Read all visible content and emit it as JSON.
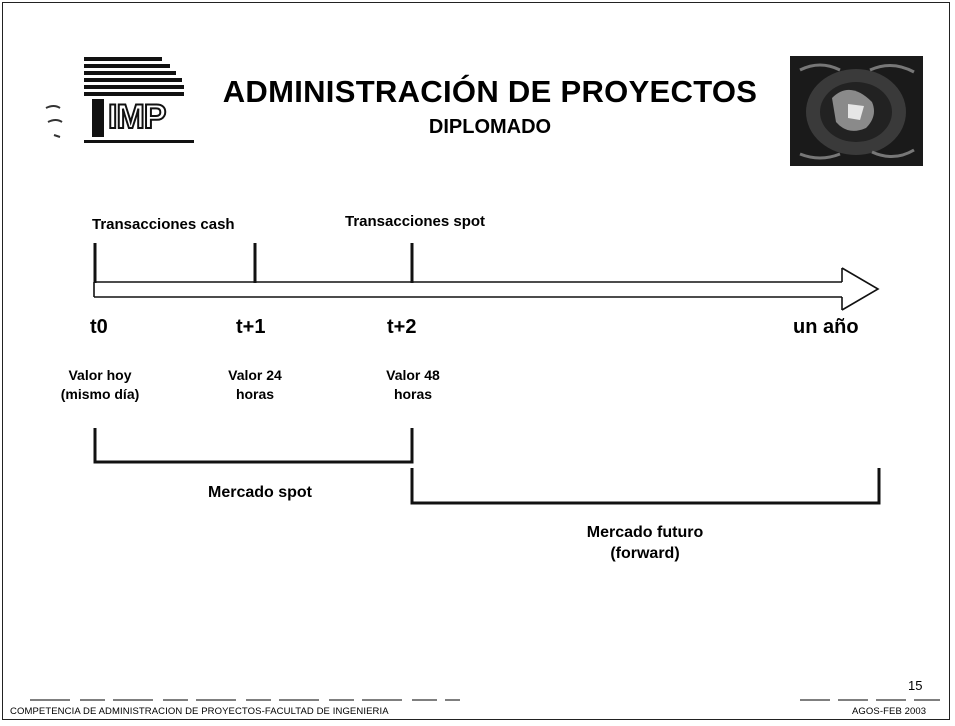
{
  "header": {
    "title": "ADMINISTRACIÓN DE PROYECTOS",
    "subtitle": "DIPLOMADO",
    "left_logo_text": "IMP",
    "left_logo_icon": "imp-logo-icon",
    "right_logo_icon": "university-seal-icon"
  },
  "timeline": {
    "top_labels": [
      "Transacciones cash",
      "Transacciones spot"
    ],
    "ticks": [
      "t0",
      "t+1",
      "t+2",
      "un año"
    ],
    "values": [
      {
        "line1": "Valor hoy",
        "line2": "(mismo día)"
      },
      {
        "line1": "Valor 24",
        "line2": "horas"
      },
      {
        "line1": "Valor 48",
        "line2": "horas"
      }
    ]
  },
  "brackets": {
    "spot": {
      "label": "Mercado spot"
    },
    "future": {
      "line1": "Mercado futuro",
      "line2": "(forward)"
    }
  },
  "footer": {
    "left": "COMPETENCIA DE ADMINISTRACION DE PROYECTOS-FACULTAD DE INGENIERIA",
    "right": "AGOS-FEB 2003",
    "page_number": "15"
  }
}
